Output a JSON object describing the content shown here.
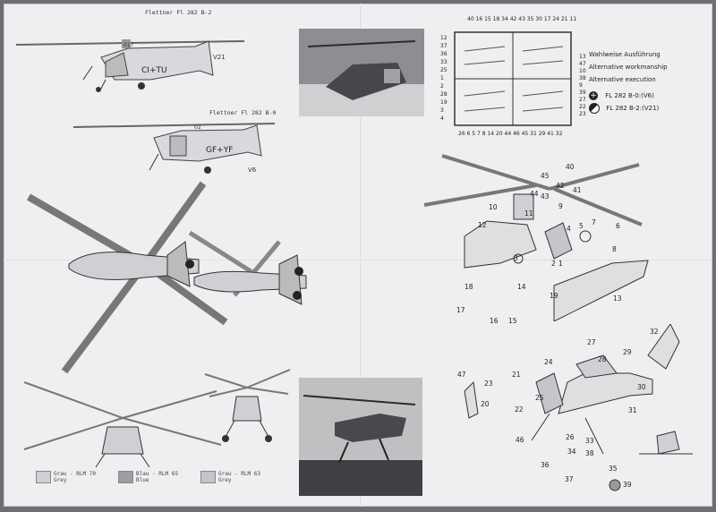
{
  "captions": {
    "b2_top": "Flettner Fl 282 B-2",
    "b0_top": "Flettner Fl 282 B-0"
  },
  "markings": {
    "b2_code": "CI+TU",
    "b2_v": "V21",
    "b2_nose": "017",
    "b0_code": "GF+YF",
    "b0_v": "V6",
    "b0_nose": "02"
  },
  "legend": {
    "title": "Wahlweise Ausführung",
    "en1": "Alternative workmanship",
    "en2": "Alternative execution",
    "opt1": "FL 282 B-0:(V6)",
    "opt2": "FL 282 B-2:(V21)"
  },
  "sprue_top_numbers": "40 16 15  18 34 42 43 35 30 17 24 21 11",
  "sprue_bottom_numbers": "26 6  5 7 8 14 20 44 46 45 31  29 41 32",
  "sprue_left_numbers": [
    "12",
    "37",
    "36",
    "33",
    "25",
    "1",
    "2",
    "28",
    "19",
    "3",
    "4"
  ],
  "sprue_right_numbers": [
    "13",
    "47",
    "10",
    "38",
    "9",
    "39",
    "27",
    "22",
    "23"
  ],
  "colors": [
    {
      "de": "Grau - RLM 70",
      "en": "Grey",
      "hex": "#cfd0d3"
    },
    {
      "de": "Blau - RLM 65",
      "en": "Blue",
      "hex": "#9c9ea3"
    },
    {
      "de": "Grau - RLM 63",
      "en": "Grey",
      "hex": "#c4c5c9"
    }
  ],
  "parts_upper": [
    "40",
    "45",
    "42",
    "41",
    "44",
    "43",
    "10",
    "11",
    "9",
    "12",
    "5",
    "7",
    "6",
    "4",
    "8",
    "3",
    "1",
    "2",
    "18",
    "14",
    "17",
    "16",
    "15",
    "19",
    "13"
  ],
  "parts_lower": [
    "32",
    "27",
    "28",
    "29",
    "24",
    "30",
    "21",
    "23",
    "47",
    "20",
    "22",
    "25",
    "31",
    "46",
    "26",
    "33",
    "34",
    "38",
    "36",
    "35",
    "37",
    "39"
  ]
}
